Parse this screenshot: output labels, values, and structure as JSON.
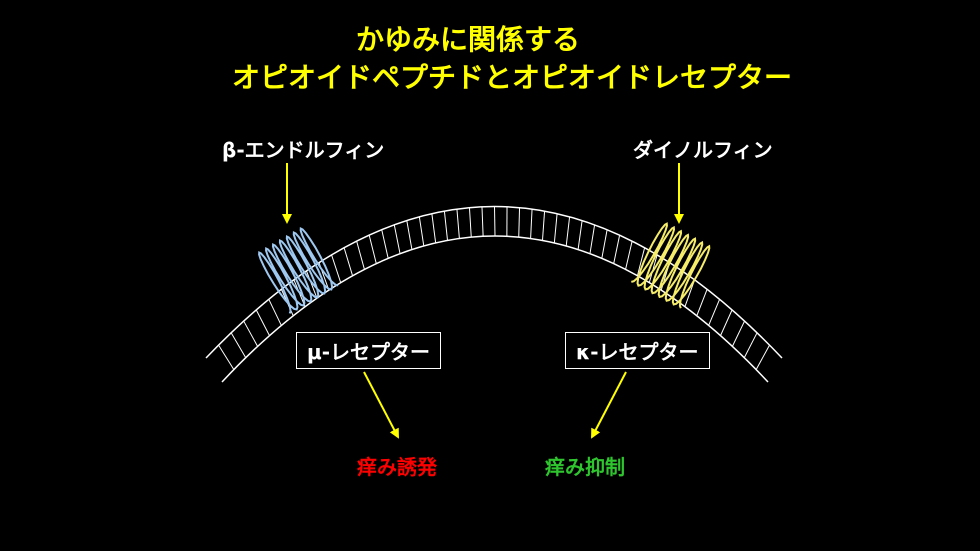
{
  "title": {
    "line1": "かゆみに関係する",
    "line2": "オピオイドペプチドとオピオイドレセプター"
  },
  "peptides": {
    "left": "β-エンドルフィン",
    "right": "ダイノルフィン"
  },
  "receptors": {
    "mu": "μ-レセプター",
    "kappa": "κ-レセプター"
  },
  "effects": {
    "mu": "痒み誘発",
    "kappa": "痒み抑制"
  },
  "colors": {
    "title": "#ffff00",
    "mu_receptor": "#9ec8f0",
    "kappa_receptor": "#f5ec6a",
    "itch_induce": "#ff0000",
    "itch_suppress": "#2ec52e"
  }
}
